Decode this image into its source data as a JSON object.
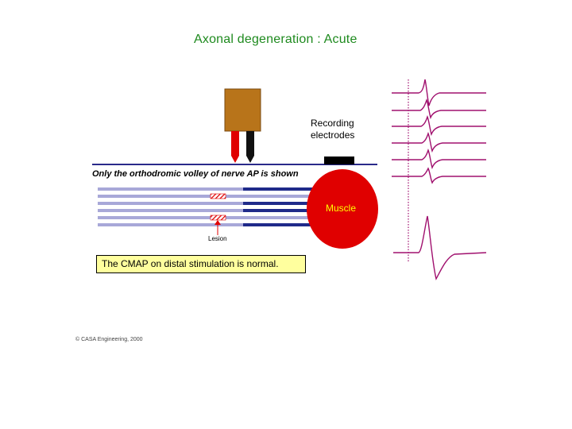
{
  "title": "Axonal degeneration : Acute",
  "labels": {
    "recording_line1": "Recording",
    "recording_line2": "electrodes",
    "orthodromic": "Only the orthodromic volley of nerve AP is shown",
    "muscle": "Muscle",
    "lesion": "Lesion",
    "cmap_note": "The CMAP on distal stimulation is normal.",
    "copyright": "© CASA Engineering, 2000"
  },
  "colors": {
    "title": "#1e8a1e",
    "stimulator_body": "#b8741a",
    "stimulator_anode": "#000000",
    "stimulator_cathode": "#e00000",
    "axon_proximal": "#a8a8d8",
    "axon_distal": "#1f2a8a",
    "muscle": "#e00000",
    "muscle_label": "#ffff00",
    "lesion": "#e00000",
    "trace": "#a0106e",
    "stim_marker": "#a0106e",
    "note_background": "#ffff9e"
  },
  "icons": {
    "stimulator": "stimulator-probe-icon",
    "recording_electrode": "recording-electrode-icon",
    "lesion_arrow": "arrow-up-icon"
  },
  "axons": {
    "count": 6,
    "lesioned_axons": [
      2,
      5
    ]
  },
  "waveforms": {
    "nerve_action_potentials": 6,
    "cmap": 1
  }
}
